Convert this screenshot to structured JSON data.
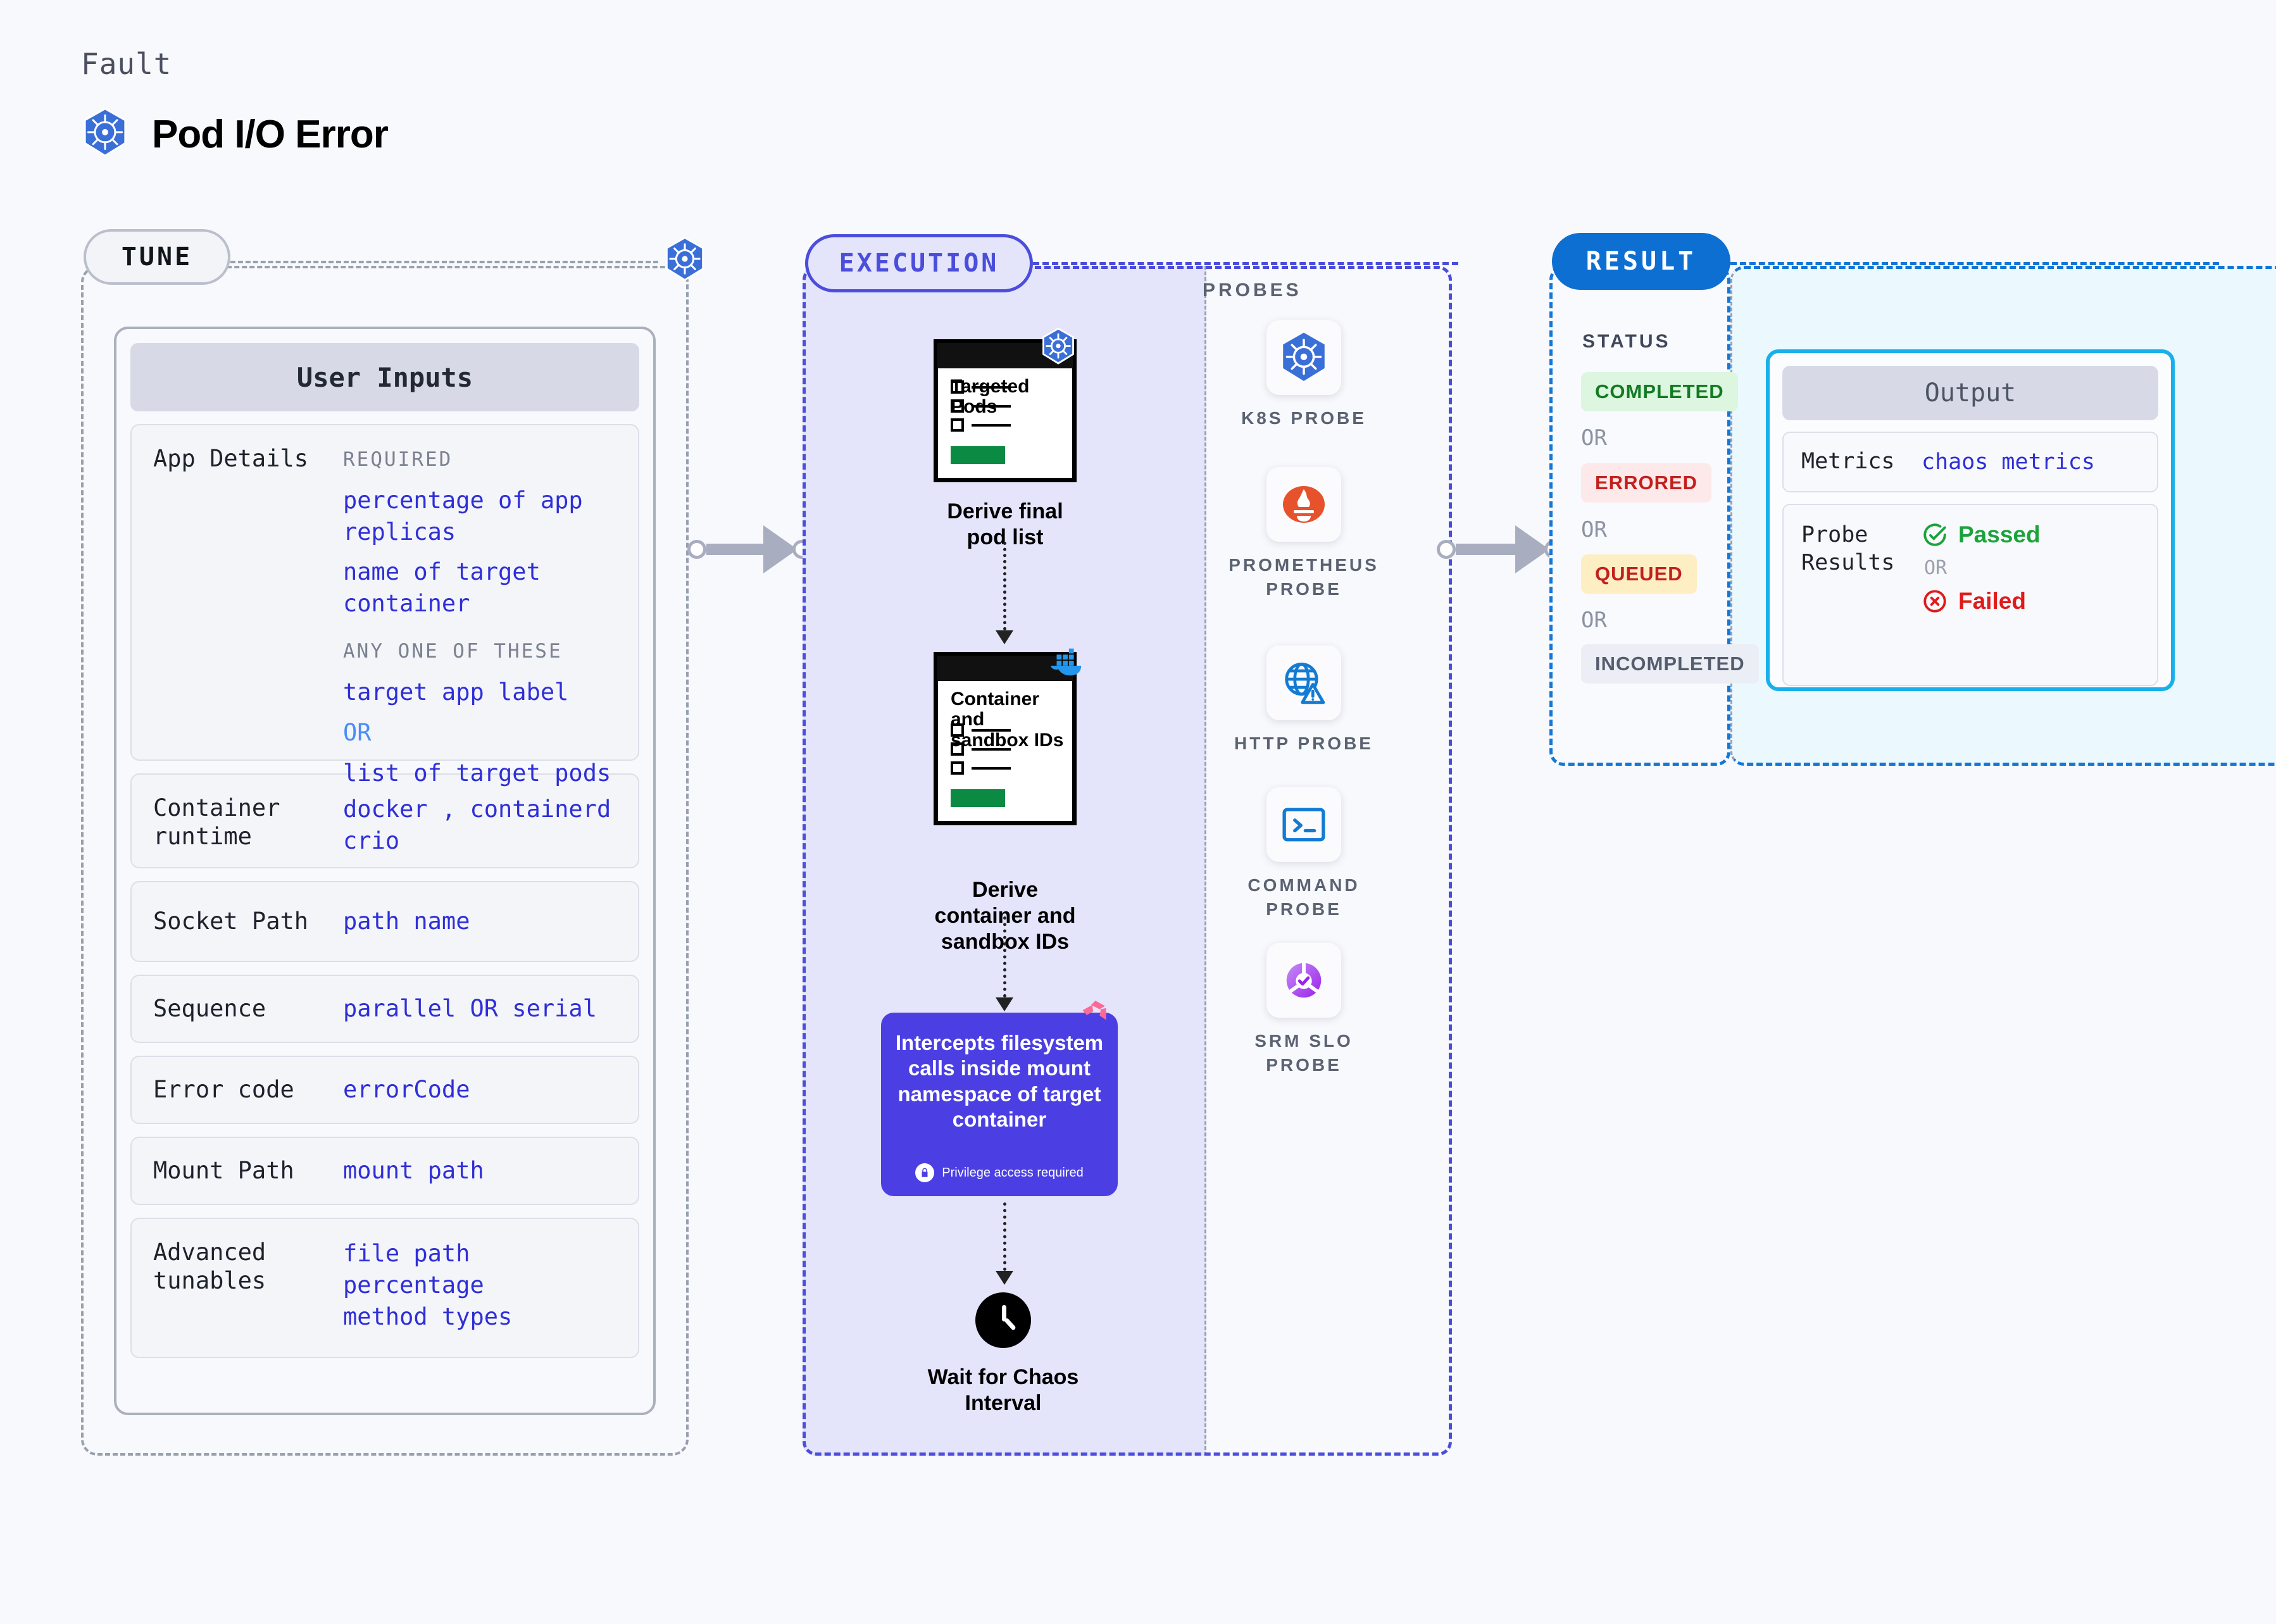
{
  "header": {
    "kicker": "Fault",
    "title": "Pod I/O Error",
    "icon": "kubernetes-icon"
  },
  "tune": {
    "stage_label": "TUNE",
    "badge_icon": "kubernetes-icon",
    "card_title": "User Inputs",
    "rows": [
      {
        "label": "App Details",
        "groups": [
          {
            "caption": "REQUIRED",
            "values": [
              "percentage of app replicas",
              "name of target container"
            ]
          },
          {
            "caption": "ANY ONE OF THESE",
            "values": [
              "target app label",
              "OR",
              "list of target pods"
            ]
          }
        ]
      },
      {
        "label": "Container runtime",
        "values": [
          "docker , containerd",
          "crio"
        ]
      },
      {
        "label": "Socket Path",
        "values": [
          "path name"
        ]
      },
      {
        "label": "Sequence",
        "values": [
          "parallel OR serial"
        ]
      },
      {
        "label": "Error code",
        "values": [
          "errorCode"
        ]
      },
      {
        "label": "Mount Path",
        "values": [
          "mount path"
        ]
      },
      {
        "label": "Advanced tunables",
        "values": [
          "file path",
          "percentage",
          "method types"
        ]
      }
    ]
  },
  "execution": {
    "stage_label": "EXECUTION",
    "nodes": [
      {
        "doc_title": "Targeted Pods",
        "caption": "Derive final pod list",
        "badge_icon": "kubernetes-icon"
      },
      {
        "doc_title": "Container and sandbox IDs",
        "caption": "Derive container and sandbox IDs",
        "badge_icon": "docker-icon"
      }
    ],
    "intercept": {
      "text": "Intercepts filesystem calls inside mount namespace of target container",
      "note": "Privilege access required",
      "note_icon": "lock-icon",
      "badge_icon": "litmus-icon"
    },
    "wait": {
      "caption": "Wait for Chaos Interval",
      "icon": "clock-icon"
    }
  },
  "probes": {
    "title": "PROBES",
    "items": [
      {
        "label": "K8S PROBE",
        "icon": "kubernetes-icon"
      },
      {
        "label": "PROMETHEUS PROBE",
        "icon": "prometheus-icon"
      },
      {
        "label": "HTTP PROBE",
        "icon": "globe-warning-icon"
      },
      {
        "label": "COMMAND PROBE",
        "icon": "terminal-icon"
      },
      {
        "label": "SRM SLO PROBE",
        "icon": "srm-slo-icon"
      }
    ]
  },
  "result": {
    "stage_label": "RESULT",
    "status_label": "STATUS",
    "or_label": "OR",
    "statuses": [
      {
        "text": "COMPLETED",
        "bg": "#dcf6df",
        "fg": "#137a23"
      },
      {
        "text": "ERRORED",
        "bg": "#fde9e9",
        "fg": "#c3201d"
      },
      {
        "text": "QUEUED",
        "bg": "#fdeec3",
        "fg": "#c3201d"
      },
      {
        "text": "INCOMPLETED",
        "bg": "#eceef5",
        "fg": "#555c6d"
      }
    ],
    "output": {
      "title": "Output",
      "metrics_label": "Metrics",
      "metrics_value": "chaos metrics",
      "probe_label": "Probe Results",
      "passed": "Passed",
      "failed": "Failed",
      "or_label": "OR"
    }
  },
  "colors": {
    "accent_blue": "#2f2fd8",
    "exec_purple": "#4b4ddb",
    "result_blue": "#0d6fd1",
    "output_cyan": "#18b0ea",
    "pass_green": "#1aa33b",
    "fail_red": "#e01b1b"
  }
}
